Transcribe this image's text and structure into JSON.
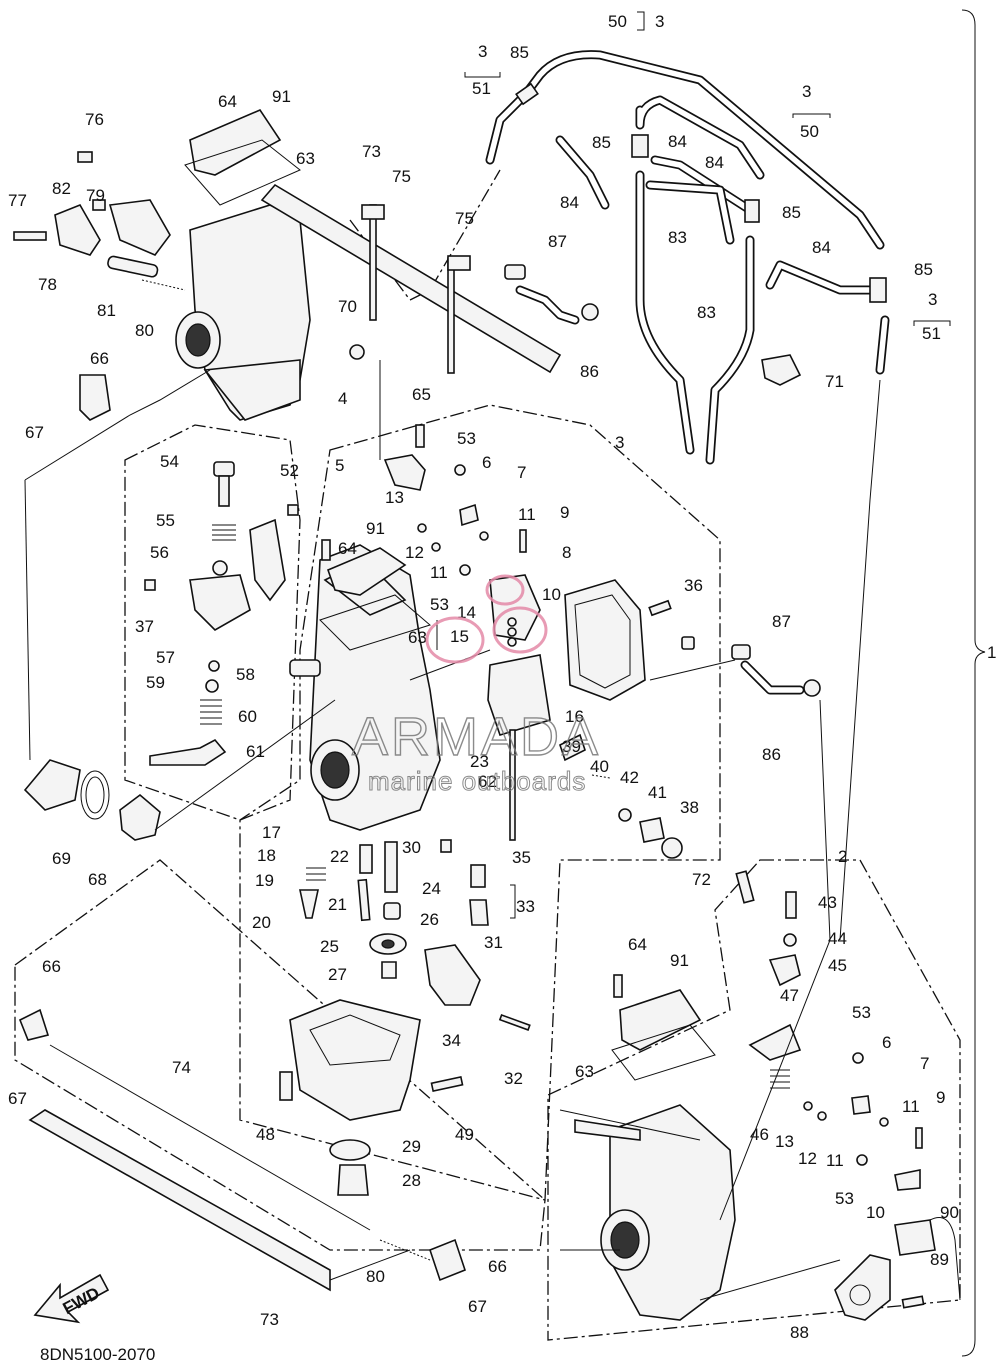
{
  "diagram_code": "8DN5100-2070",
  "fwd_label": "FWD",
  "watermark": {
    "brand": "ARMADA",
    "tagline": "marine outboards",
    "color": "#e48aa8"
  },
  "callouts": {
    "c1": "1",
    "c2": "2",
    "c3": "3",
    "c4": "4",
    "c5": "5",
    "c6": "6",
    "c7": "7",
    "c8": "8",
    "c9": "9",
    "c10": "10",
    "c11": "11",
    "c12": "12",
    "c13": "13",
    "c14": "14",
    "c15": "15",
    "c16": "16",
    "c17": "17",
    "c18": "18",
    "c19": "19",
    "c20": "20",
    "c21": "21",
    "c22": "22",
    "c23": "23",
    "c24": "24",
    "c25": "25",
    "c26": "26",
    "c27": "27",
    "c28": "28",
    "c29": "29",
    "c30": "30",
    "c31": "31",
    "c32": "32",
    "c33": "33",
    "c34": "34",
    "c35": "35",
    "c36": "36",
    "c37": "37",
    "c38": "38",
    "c39": "39",
    "c40": "40",
    "c41": "41",
    "c42": "42",
    "c43": "43",
    "c44": "44",
    "c45": "45",
    "c46": "46",
    "c47": "47",
    "c48": "48",
    "c49": "49",
    "c50": "50",
    "c51": "51",
    "c52": "52",
    "c53": "53",
    "c54": "54",
    "c55": "55",
    "c56": "56",
    "c57": "57",
    "c58": "58",
    "c59": "59",
    "c60": "60",
    "c61": "61",
    "c62": "62",
    "c63": "63",
    "c64": "64",
    "c65": "65",
    "c66": "66",
    "c67": "67",
    "c68": "68",
    "c69": "69",
    "c70": "70",
    "c71": "71",
    "c72": "72",
    "c73": "73",
    "c74": "74",
    "c75": "75",
    "c76": "76",
    "c77": "77",
    "c78": "78",
    "c79": "79",
    "c80": "80",
    "c81": "81",
    "c82": "82",
    "c83": "83",
    "c84": "84",
    "c85": "85",
    "c86": "86",
    "c87": "87",
    "c88": "88",
    "c89": "89",
    "c90": "90",
    "c91": "91"
  }
}
